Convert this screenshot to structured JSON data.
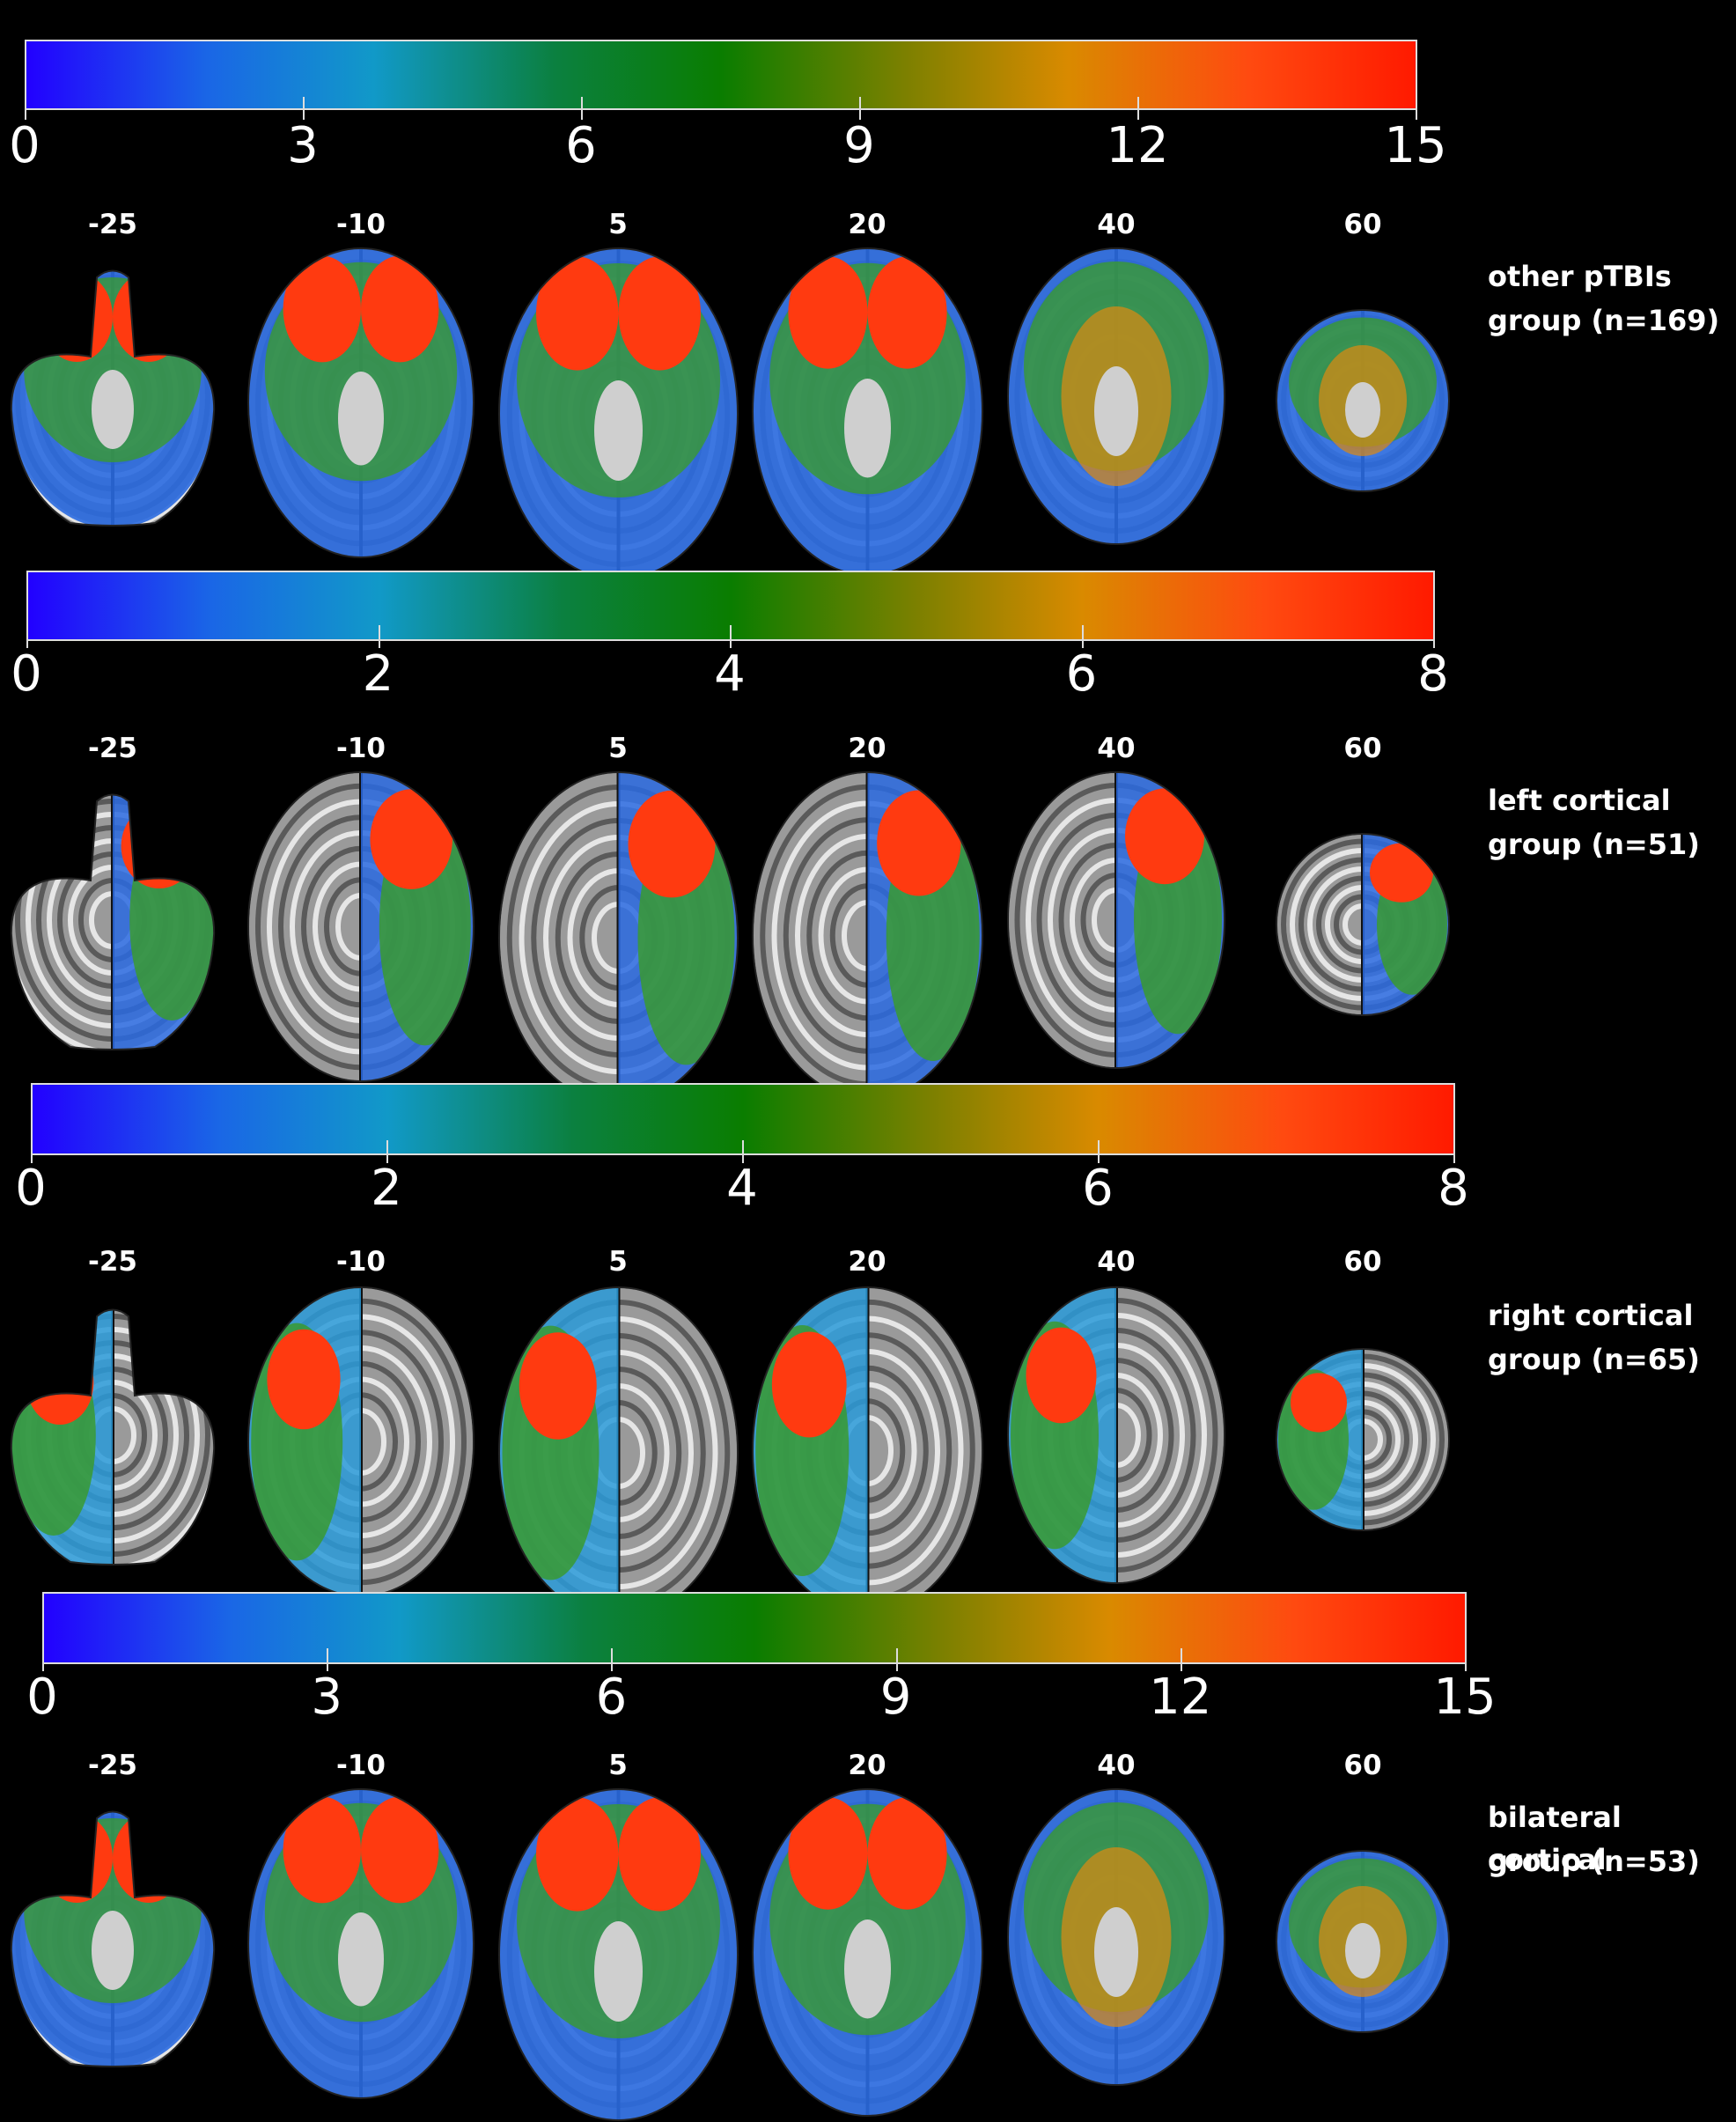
{
  "colorbar_colors": [
    "#2200ff",
    "#1a66e6",
    "#1199c8",
    "#0b8040",
    "#0a7d00",
    "#7a8000",
    "#d98a00",
    "#ff4a10",
    "#ff1a00"
  ],
  "panels": [
    {
      "group_line1": "other pTBIs",
      "group_line2": "group (n=169)",
      "colorbar_max": 15,
      "ticks": [
        "0",
        "3",
        "6",
        "9",
        "12",
        "15"
      ],
      "slices": [
        "-25",
        "-10",
        "5",
        "20",
        "40",
        "60"
      ],
      "pattern": "bilateral-frontal"
    },
    {
      "group_line1": "left cortical",
      "group_line2": "group (n=51)",
      "colorbar_max": 8,
      "ticks": [
        "0",
        "2",
        "4",
        "6",
        "8"
      ],
      "slices": [
        "-25",
        "-10",
        "5",
        "20",
        "40",
        "60"
      ],
      "pattern": "left-hemisphere"
    },
    {
      "group_line1": "right cortical",
      "group_line2": "group (n=65)",
      "colorbar_max": 8,
      "ticks": [
        "0",
        "2",
        "4",
        "6",
        "8"
      ],
      "slices": [
        "-25",
        "-10",
        "5",
        "20",
        "40",
        "60"
      ],
      "pattern": "right-hemisphere"
    },
    {
      "group_line1": "bilateral cortical",
      "group_line2": "group (n=53)",
      "colorbar_max": 15,
      "ticks": [
        "0",
        "3",
        "6",
        "9",
        "12",
        "15"
      ],
      "slices": [
        "-25",
        "-10",
        "5",
        "20",
        "40",
        "60"
      ],
      "pattern": "bilateral-frontal"
    }
  ]
}
